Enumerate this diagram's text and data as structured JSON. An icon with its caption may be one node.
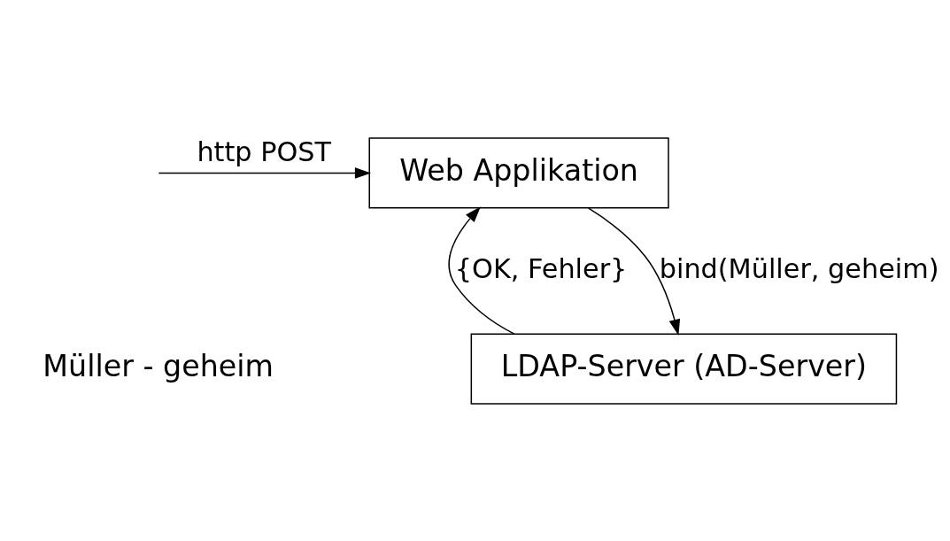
{
  "diagram": {
    "nodes": [
      {
        "text": [
          "Web Applikation"
        ]
      },
      {
        "text": [
          "LDAP-Server (AD-Server)"
        ]
      }
    ],
    "edges": [
      {
        "from": null,
        "to": 0,
        "arrow": "to",
        "label": "http POST"
      },
      {
        "from": 0,
        "to": 1,
        "arrow": "to",
        "label": "bind(Müller, geheim)"
      },
      {
        "from": 1,
        "to": 0,
        "arrow": "to",
        "label": "{OK, Fehler}"
      }
    ],
    "labels": [
      "Müller - geheim"
    ]
  }
}
